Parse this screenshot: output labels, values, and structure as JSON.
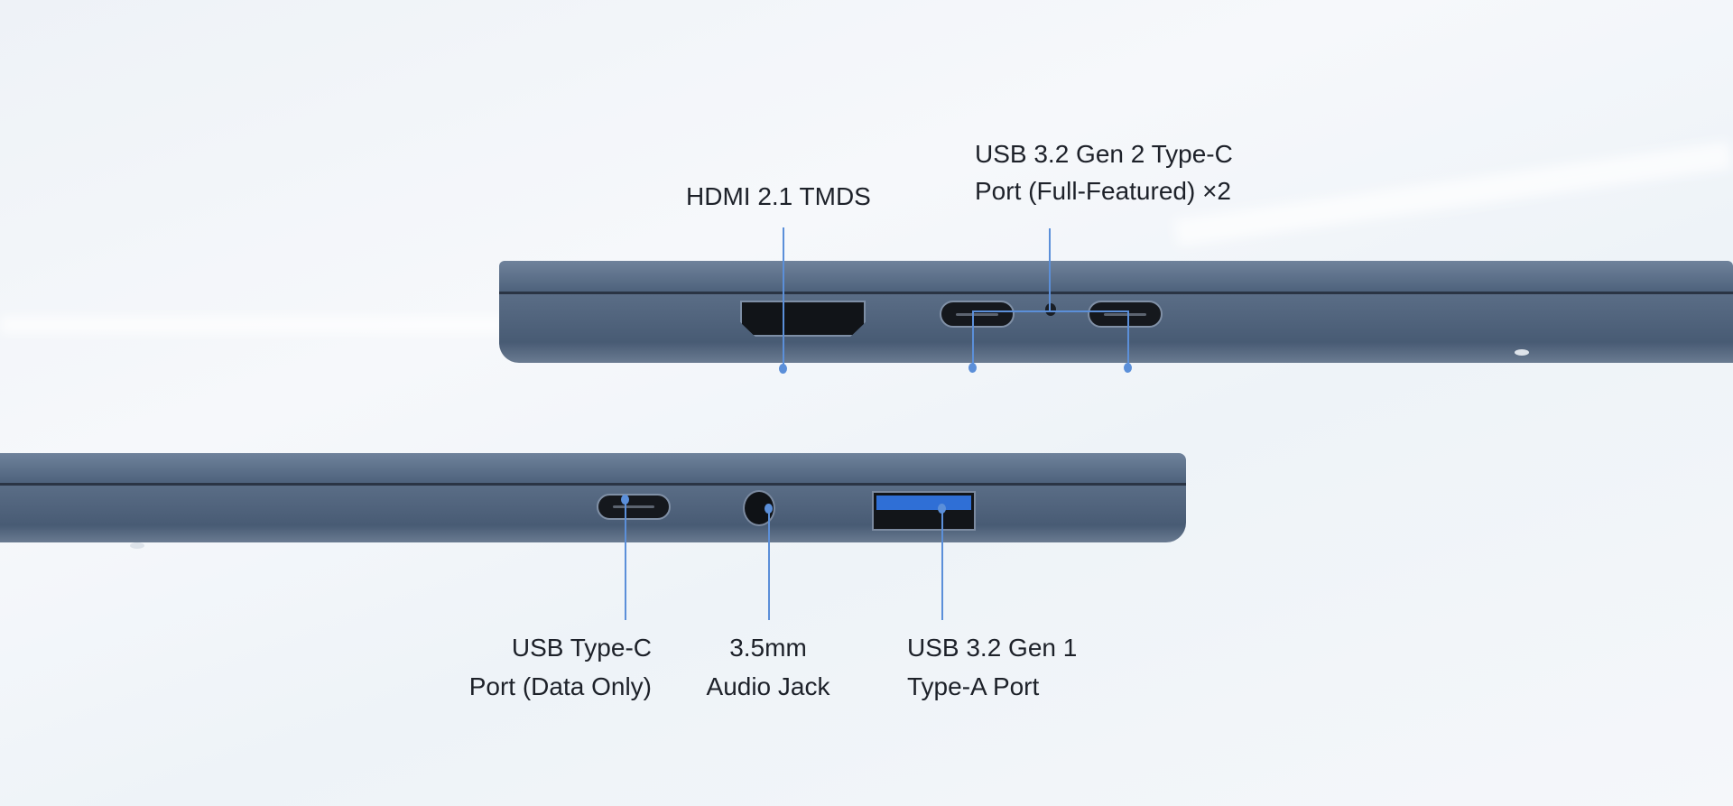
{
  "top_side": {
    "hdmi_label": "HDMI 2.1 TMDS",
    "usbc_label_line1": "USB 3.2 Gen 2 Type-C",
    "usbc_label_line2": "Port (Full-Featured) ×2"
  },
  "bottom_side": {
    "usbc_label_line1": "USB Type-C",
    "usbc_label_line2": "Port (Data Only)",
    "audio_label_line1": "3.5mm",
    "audio_label_line2": "Audio Jack",
    "usba_label_line1": "USB 3.2 Gen 1",
    "usba_label_line2": "Type-A Port"
  },
  "colors": {
    "leader": "#5b8fd9",
    "chassis": "#55687f",
    "usba_tongue": "#2f6fd6"
  }
}
